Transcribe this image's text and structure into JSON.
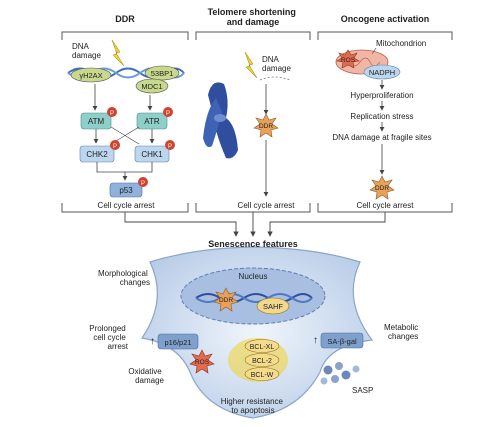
{
  "panels": {
    "ddr": {
      "title": "DDR",
      "dna_damage_line1": "DNA",
      "dna_damage_line2": "damage",
      "h2ax": "γH2AX",
      "53bp1": "53BP1",
      "mdc1": "MDC1",
      "atm": "ATM",
      "atr": "ATR",
      "chk2": "CHK2",
      "chk1": "CHK1",
      "p53": "p53",
      "phospho": "P",
      "arrest": "Cell cycle arrest"
    },
    "telomere": {
      "title_line1": "Telomere shortening",
      "title_line2": "and damage",
      "dna_damage_line1": "DNA",
      "dna_damage_line2": "damage",
      "ddr": "DDR",
      "arrest": "Cell cycle arrest"
    },
    "oncogene": {
      "title": "Oncogene activation",
      "mitochondrion": "Mitochondrion",
      "ros": "ROS",
      "nadph": "NADPH",
      "hyperproliferation": "Hyperproliferation",
      "replication_stress": "Replication stress",
      "fragile_sites": "DNA damage at fragile sites",
      "ddr": "DDR",
      "arrest": "Cell cycle arrest"
    }
  },
  "senescence": {
    "title": "Senescence features",
    "nucleus": "Nucleus",
    "ddr": "DDR",
    "sahf": "SAHF",
    "morphological_line1": "Morphological",
    "morphological_line2": "changes",
    "prolonged_line1": "Prolonged",
    "prolonged_line2": "cell cycle",
    "prolonged_line3": "arrest",
    "p16p21": "p16/p21",
    "sa_b_gal": "SA-β-gal",
    "metabolic_line1": "Metabolic",
    "metabolic_line2": "changes",
    "oxidative_line1": "Oxidative",
    "oxidative_line2": "damage",
    "ros": "ROS",
    "bclxl": "BCL-XL",
    "bcl2": "BCL-2",
    "bclw": "BCL-W",
    "sasp": "SASP",
    "resistance_line1": "Higher resistance",
    "resistance_line2": "to apoptosis",
    "up_arrow": "↑"
  },
  "colors": {
    "panel_line": "#555555",
    "teal": "#8fcfc9",
    "light_blue": "#bcd6ee",
    "mid_blue": "#8fb1dc",
    "green": "#c8d88c",
    "orange": "#e9a15a",
    "red_p": "#d0432f",
    "yellow": "#f2d22d",
    "cell": "#dbe6f4",
    "nucleus": "#a8bfe2",
    "chromosome": "#2f4f9e",
    "p16_box": "#7f9fcc"
  }
}
